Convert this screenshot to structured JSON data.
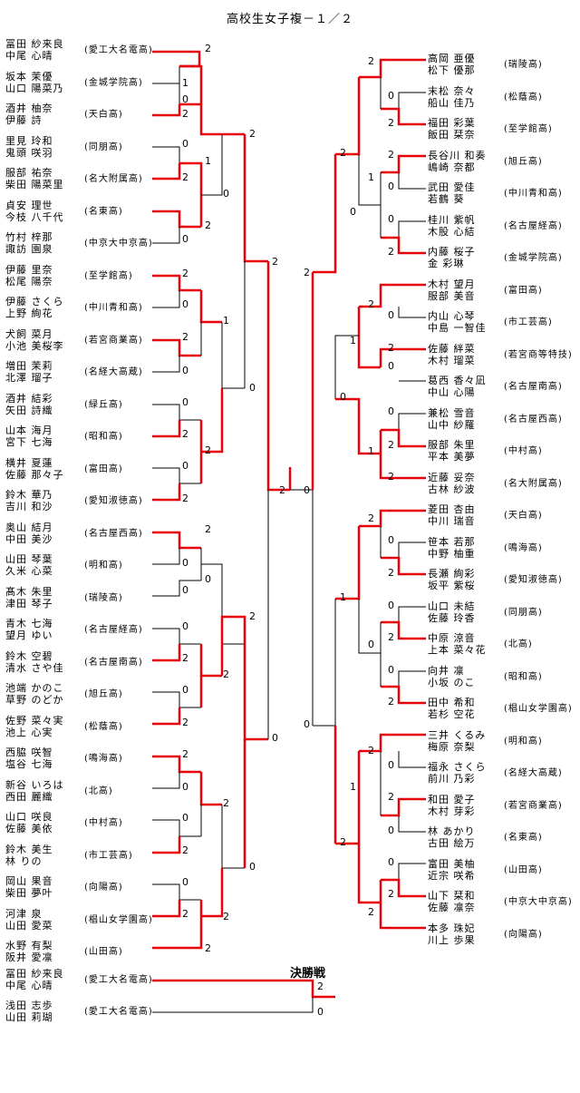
{
  "title": "高校生女子複－１／２",
  "final_label": "決勝戦",
  "colors": {
    "winner_line": "#e8000b",
    "loser_line": "#000000"
  },
  "left_entries": [
    {
      "p1": "冨田 紗来良",
      "p2": "中尾 心晴",
      "school": "(愛工大名電高)"
    },
    {
      "p1": "坂本 茉優",
      "p2": "山口 陽菜乃",
      "school": "(金城学院高)"
    },
    {
      "p1": "酒井 柚奈",
      "p2": "伊藤 詩",
      "school": "(天白高)"
    },
    {
      "p1": "里見 玲和",
      "p2": "鬼頭 咲羽",
      "school": "(同朋高)"
    },
    {
      "p1": "服部 祐奈",
      "p2": "柴田 陽菜里",
      "school": "(名大附属高)"
    },
    {
      "p1": "貞安 理世",
      "p2": "今枝 八千代",
      "school": "(名東高)"
    },
    {
      "p1": "竹村 梓那",
      "p2": "諏訪 園泉",
      "school": "(中京大中京高)"
    },
    {
      "p1": "伊藤 里奈",
      "p2": "松尾 陽奈",
      "school": "(至学館高)"
    },
    {
      "p1": "伊藤 さくら",
      "p2": "上野 絢花",
      "school": "(中川青和高)"
    },
    {
      "p1": "犬飼 菜月",
      "p2": "小池 美桜李",
      "school": "(若宮商業高)"
    },
    {
      "p1": "増田 茉莉",
      "p2": "北澤 瑠子",
      "school": "(名経大高蔵)"
    },
    {
      "p1": "酒井 結彩",
      "p2": "矢田 詩織",
      "school": "(緑丘高)"
    },
    {
      "p1": "山本 海月",
      "p2": "宮下 七海",
      "school": "(昭和高)"
    },
    {
      "p1": "横井 夏蓮",
      "p2": "佐藤 那々子",
      "school": "(富田高)"
    },
    {
      "p1": "鈴木 華乃",
      "p2": "吉川 和沙",
      "school": "(愛知淑徳高)"
    },
    {
      "p1": "奥山 結月",
      "p2": "中田 美沙",
      "school": "(名古屋西高)"
    },
    {
      "p1": "山田 琴葉",
      "p2": "久米 心菜",
      "school": "(明和高)"
    },
    {
      "p1": "髙木 朱里",
      "p2": "津田 琴子",
      "school": "(瑞陵高)"
    },
    {
      "p1": "青木 七海",
      "p2": "望月 ゆい",
      "school": "(名古屋経高)"
    },
    {
      "p1": "鈴木 空碧",
      "p2": "清水 さや佳",
      "school": "(名古屋南高)"
    },
    {
      "p1": "池端 かのこ",
      "p2": "草野 のどか",
      "school": "(旭丘高)"
    },
    {
      "p1": "佐野 菜々実",
      "p2": "池上 心実",
      "school": "(松蔭高)"
    },
    {
      "p1": "西脇 咲智",
      "p2": "塩谷 七海",
      "school": "(鳴海高)"
    },
    {
      "p1": "新谷 いろは",
      "p2": "西田 麗織",
      "school": "(北高)"
    },
    {
      "p1": "山口 咲良",
      "p2": "佐藤 美依",
      "school": "(中村高)"
    },
    {
      "p1": "鈴木 美生",
      "p2": "林 りの",
      "school": "(市工芸高)"
    },
    {
      "p1": "岡山 果音",
      "p2": "柴田 夢叶",
      "school": "(向陽高)"
    },
    {
      "p1": "河津 泉",
      "p2": "山田 愛菜",
      "school": "(椙山女学園高)"
    },
    {
      "p1": "水野 有梨",
      "p2": "阪井 愛凛",
      "school": "(山田高)"
    }
  ],
  "right_entries": [
    {
      "p1": "高岡 亜優",
      "p2": "松下 優那",
      "school": "(瑞陵高)"
    },
    {
      "p1": "末松 奈々",
      "p2": "船山 佳乃",
      "school": "(松蔭高)"
    },
    {
      "p1": "福田 彩葉",
      "p2": "飯田 栞奈",
      "school": "(至学館高)"
    },
    {
      "p1": "長谷川 和奏",
      "p2": "嶋崎 奈都",
      "school": "(旭丘高)"
    },
    {
      "p1": "武田 愛佳",
      "p2": "若鶴 葵",
      "school": "(中川青和高)"
    },
    {
      "p1": "桂川 紫帆",
      "p2": "木股 心結",
      "school": "(名古屋経高)"
    },
    {
      "p1": "内藤 桜子",
      "p2": "金 彩琳",
      "school": "(金城学院高)"
    },
    {
      "p1": "木村 望月",
      "p2": "服部 美音",
      "school": "(富田高)"
    },
    {
      "p1": "内山 心琴",
      "p2": "中島 一智佳",
      "school": "(市工芸高)"
    },
    {
      "p1": "佐藤 絆菜",
      "p2": "木村 瑠菜",
      "school": "(若宮商等特技)"
    },
    {
      "p1": "葛西 香々凪",
      "p2": "中山 心陽",
      "school": "(名古屋南高)"
    },
    {
      "p1": "兼松 雪音",
      "p2": "山中 紗羅",
      "school": "(名古屋西高)"
    },
    {
      "p1": "服部 朱里",
      "p2": "平本 美夢",
      "school": "(中村高)"
    },
    {
      "p1": "近藤 妥奈",
      "p2": "古林 紗波",
      "school": "(名大附属高)"
    },
    {
      "p1": "菱田 杏由",
      "p2": "中川 瑞音",
      "school": "(天白高)"
    },
    {
      "p1": "笹本 若那",
      "p2": "中野 柚重",
      "school": "(鳴海高)"
    },
    {
      "p1": "長瀬 絢彩",
      "p2": "坂平 紫桜",
      "school": "(愛知淑徳高)"
    },
    {
      "p1": "山口 未結",
      "p2": "佐藤 玲香",
      "school": "(同朋高)"
    },
    {
      "p1": "中原 涼音",
      "p2": "上本 菜々花",
      "school": "(北高)"
    },
    {
      "p1": "向井 凛",
      "p2": "小坂 のこ",
      "school": "(昭和高)"
    },
    {
      "p1": "田中 希和",
      "p2": "若杉 空花",
      "school": "(椙山女学園高)"
    },
    {
      "p1": "三井 くるみ",
      "p2": "梅原 奈梨",
      "school": "(明和高)"
    },
    {
      "p1": "福永 さくら",
      "p2": "前川 乃彩",
      "school": "(名経大高蔵)"
    },
    {
      "p1": "和田 愛子",
      "p2": "木村 芽彩",
      "school": "(若宮商業高)"
    },
    {
      "p1": "林 あかり",
      "p2": "古田 絵万",
      "school": "(名東高)"
    },
    {
      "p1": "富田 美柚",
      "p2": "近宗 咲希",
      "school": "(山田高)"
    },
    {
      "p1": "山下 栞和",
      "p2": "佐藤 凛奈",
      "school": "(中京大中京高)"
    },
    {
      "p1": "本多 珠妃",
      "p2": "川上 歩果",
      "school": "(向陽高)"
    }
  ],
  "final_entries": [
    {
      "p1": "冨田 紗来良",
      "p2": "中尾 心晴",
      "school": "(愛工大名電高)"
    },
    {
      "p1": "浅田 志歩",
      "p2": "山田 莉瑚",
      "school": "(愛工大名電高)"
    }
  ]
}
